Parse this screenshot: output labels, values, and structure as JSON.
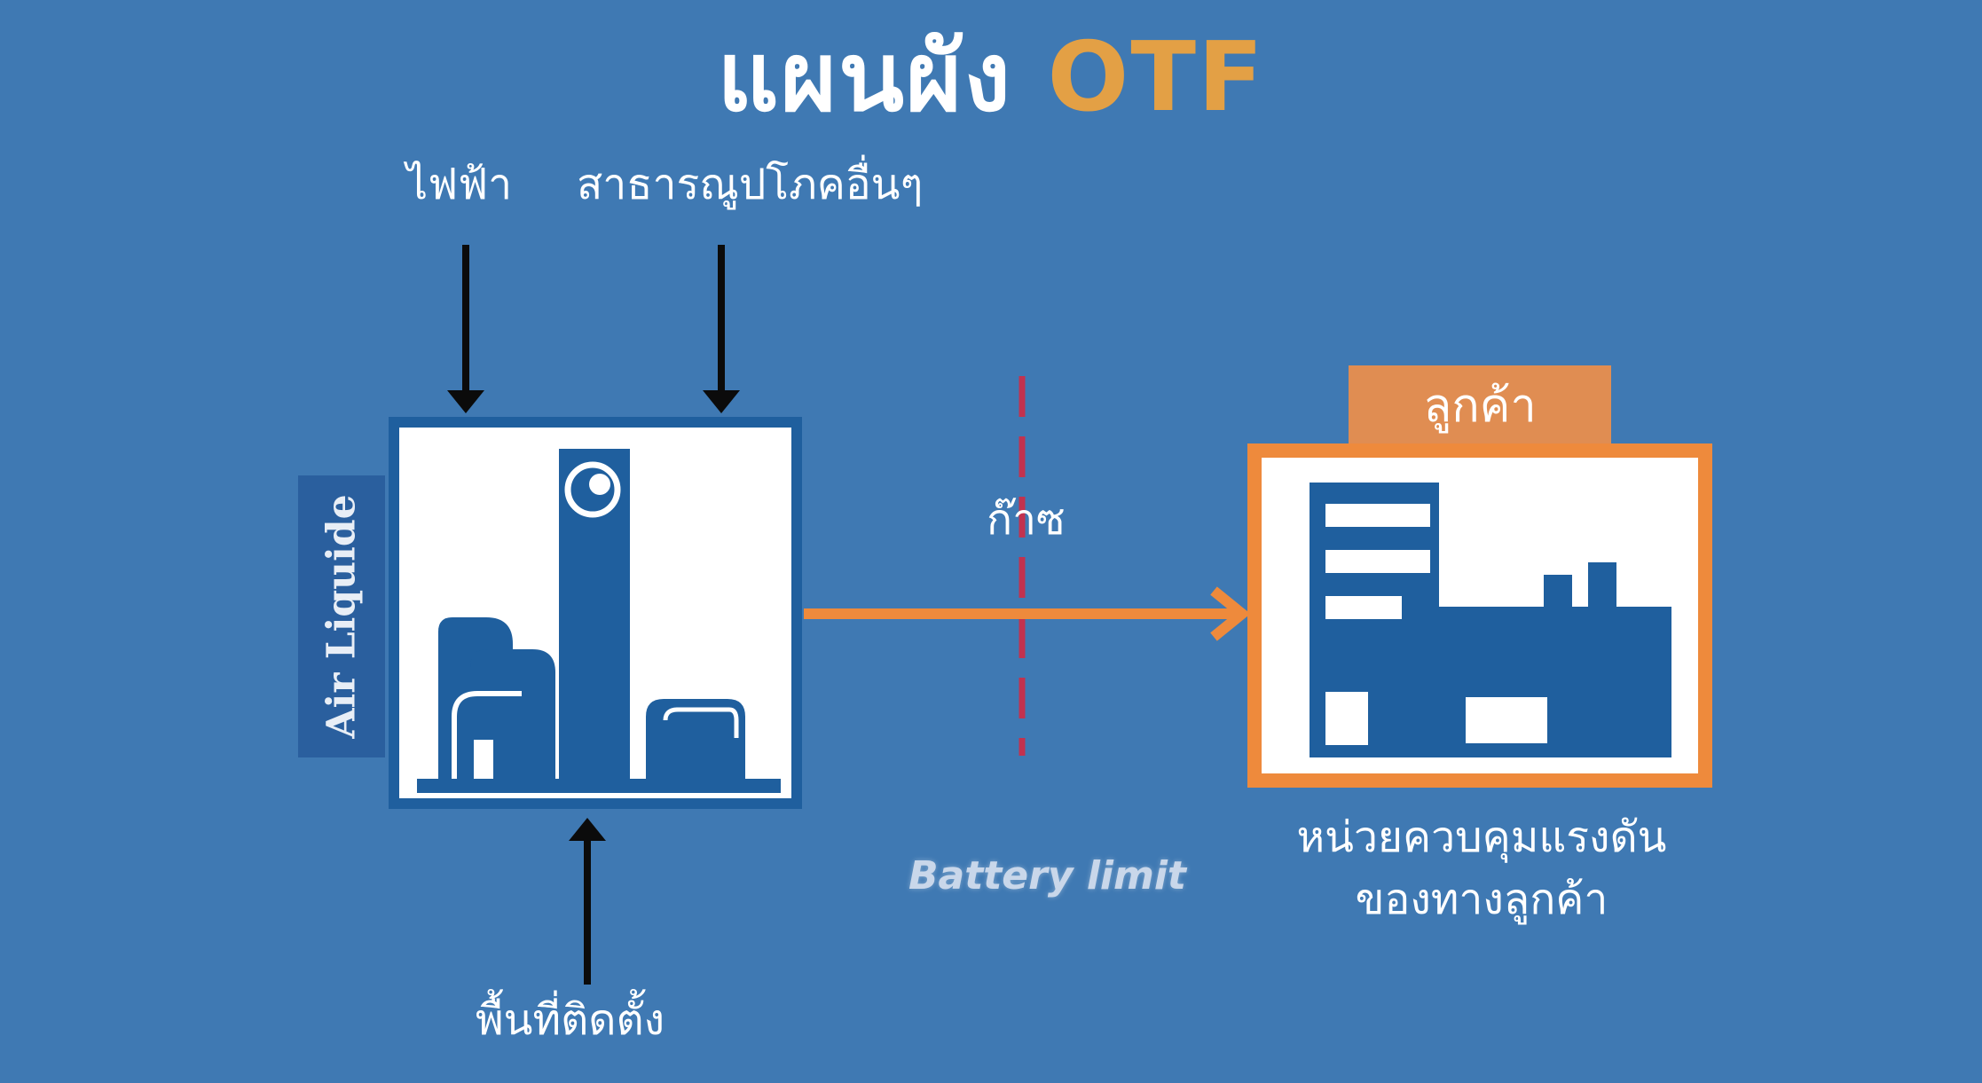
{
  "title": {
    "prefix": "แผนผัง",
    "accent": "OTF"
  },
  "inputs": {
    "electricity": "ไฟฟ้า",
    "utilities": "สาธารณูปโภคอื่นๆ",
    "site": "พื้นที่ติดตั้ง"
  },
  "plant": {
    "brand": "Air Liquide"
  },
  "flow": {
    "gas_label": "ก๊าซ",
    "battery_limit": "Battery limit"
  },
  "customer": {
    "tab_label": "ลูกค้า",
    "caption_line1": "หน่วยควบคุมแรงดัน",
    "caption_line2": "ของทางลูกค้า"
  },
  "colors": {
    "background": "#3f79b3",
    "accent": "#e3a045",
    "flow_arrow": "#ee8a3c",
    "battery_line": "#c2324f",
    "plant_blue": "#1f5f9e"
  }
}
